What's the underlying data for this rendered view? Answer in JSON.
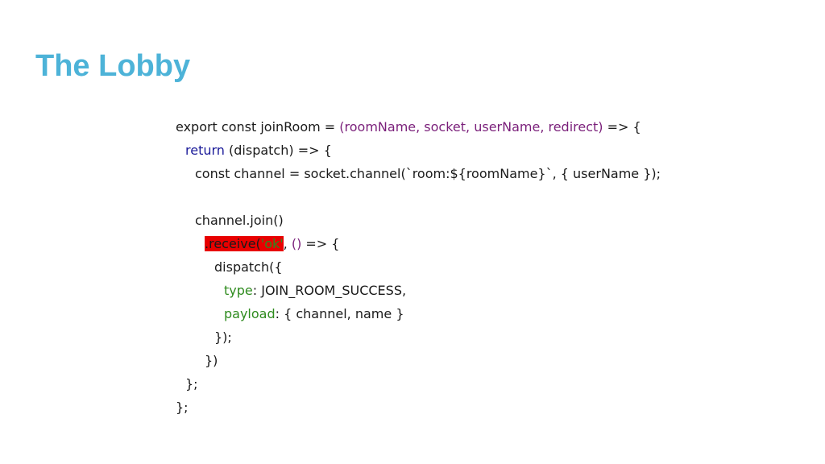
{
  "slide": {
    "title": "The Lobby"
  },
  "code": {
    "l1_a": "export const joinRoom = ",
    "l1_args": "(roomName, socket, userName, redirect)",
    "l1_b": " => {",
    "l2_kw": "return",
    "l2_b": " (dispatch) => {",
    "l3": "const channel = socket.channel(`room:${roomName}`, { userName });",
    "l5": "channel.join()",
    "l6_hl": ".receive(",
    "l6_str": "'ok'",
    "l6_b": ", ",
    "l6_args": "()",
    "l6_c": " => {",
    "l7": "dispatch({",
    "l8_prop": "type",
    "l8_b": ": JOIN_ROOM_SUCCESS,",
    "l9_prop": "payload",
    "l9_b": ": { channel, name }",
    "l10": "});",
    "l11": "})",
    "l12": "};",
    "l13": "};"
  },
  "colors": {
    "title": "#4db3d8",
    "keyword": "#1a1a99",
    "arguments": "#7a1f7a",
    "property": "#2e8b1e",
    "highlight": "#e80000"
  }
}
